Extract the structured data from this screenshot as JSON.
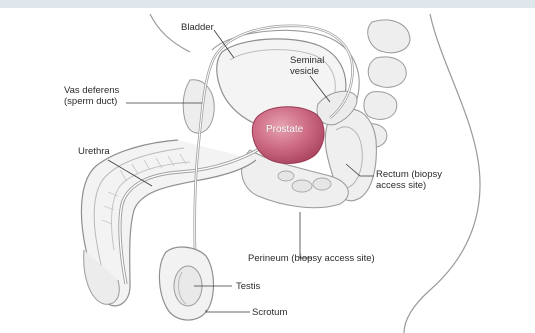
{
  "diagram": {
    "labels": {
      "bladder": "Bladder",
      "seminal_vesicle_1": "Seminal",
      "seminal_vesicle_2": "vesicle",
      "vas_deferens_1": "Vas deferens",
      "vas_deferens_2": "(sperm duct)",
      "urethra": "Urethra",
      "prostate": "Prostate",
      "rectum_1": "Rectum (biopsy",
      "rectum_2": "access site)",
      "perineum": "Perineum (biopsy access site)",
      "testis": "Testis",
      "scrotum": "Scrotum"
    },
    "colors": {
      "header_band": "#dfe6ec",
      "outline": "#8c8c8c",
      "tissue_fill": "#f2f2f2",
      "tissue_shade": "#e4e4e4",
      "prostate_fill": "#c9607a",
      "prostate_light": "#e49aac",
      "leader": "#3a3a3a"
    }
  }
}
